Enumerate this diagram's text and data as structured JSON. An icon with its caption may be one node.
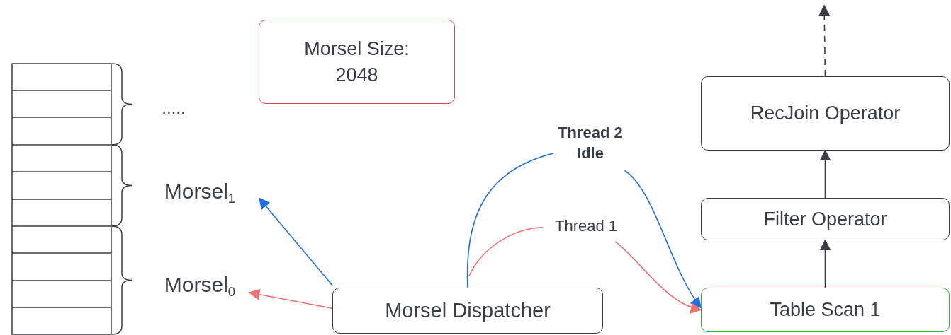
{
  "diagram": {
    "nodes": [
      {
        "text": [
          "Morsel Size: 2048"
        ]
      },
      {
        "text": [
          "....."
        ]
      },
      {
        "text": [
          "Morsel$_{1}$"
        ]
      },
      {
        "text": [
          "Morsel$_{0}$"
        ]
      },
      {
        "text": [
          "Morsel Dispatcher"
        ]
      },
      {
        "text": [
          "Thread 2 Idle"
        ]
      },
      {
        "text": [
          "Thread 1"
        ]
      },
      {
        "text": [
          "Table Scan 1"
        ]
      },
      {
        "text": [
          "Filter Operator"
        ]
      },
      {
        "text": [
          "RecJoin Operator"
        ]
      }
    ],
    "edges": [
      {
        "from": 4,
        "to": 2,
        "arrow": "to",
        "color": "#1f6fe0"
      },
      {
        "from": 4,
        "to": 3,
        "arrow": "to",
        "color": "#f07272"
      },
      {
        "from": 4,
        "to": 5,
        "arrow": "none",
        "color": "#1f6fe0"
      },
      {
        "from": 5,
        "to": 7,
        "arrow": "to",
        "color": "#1f6fe0"
      },
      {
        "from": 4,
        "to": 6,
        "arrow": "none",
        "color": "#f07272"
      },
      {
        "from": 6,
        "to": 7,
        "arrow": "to",
        "color": "#f07272"
      },
      {
        "from": 7,
        "to": 8,
        "arrow": "to",
        "color": "#3a3d45"
      },
      {
        "from": 8,
        "to": 9,
        "arrow": "to",
        "color": "#3a3d45"
      },
      {
        "from": 9,
        "to": null,
        "arrow": "to",
        "style": "dashed",
        "color": "#3a3d45"
      }
    ]
  }
}
